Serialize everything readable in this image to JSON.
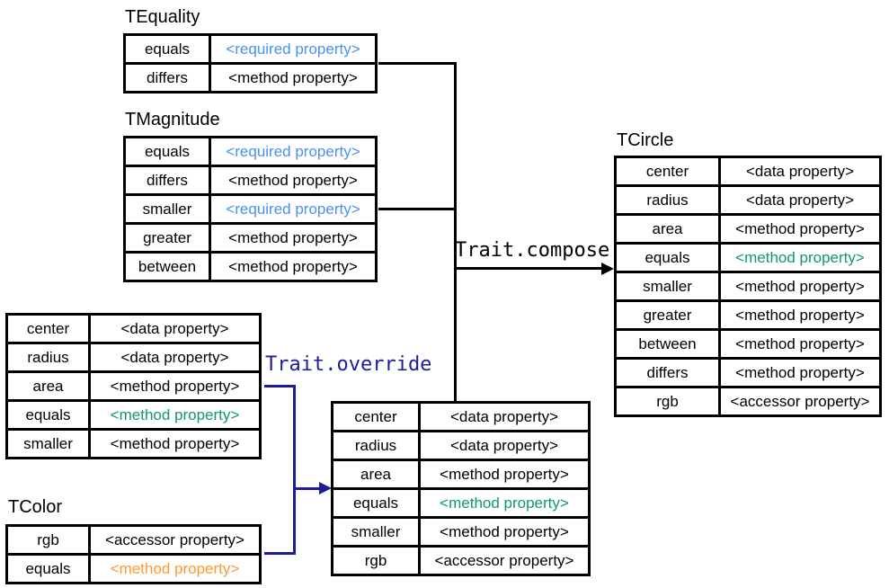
{
  "colors": {
    "required": "#4a90f2",
    "provided": "#0f9b60",
    "conflict": "#ff9a2e",
    "compose_line": "#000000",
    "override_line": "#1d1d9c"
  },
  "operations": {
    "compose_label": "Trait.compose",
    "override_label": "Trait.override"
  },
  "tables": {
    "tequality": {
      "title": "TEquality",
      "rows": [
        {
          "name": "equals",
          "kind": "<required property>",
          "color": "required"
        },
        {
          "name": "differs",
          "kind": "<method property>"
        }
      ]
    },
    "tmagnitude": {
      "title": "TMagnitude",
      "rows": [
        {
          "name": "equals",
          "kind": "<required property>",
          "color": "required"
        },
        {
          "name": "differs",
          "kind": "<method property>"
        },
        {
          "name": "smaller",
          "kind": "<required property>",
          "color": "required"
        },
        {
          "name": "greater",
          "kind": "<method property>"
        },
        {
          "name": "between",
          "kind": "<method property>"
        }
      ]
    },
    "circle_base": {
      "title": "",
      "rows": [
        {
          "name": "center",
          "kind": "<data property>"
        },
        {
          "name": "radius",
          "kind": "<data property>"
        },
        {
          "name": "area",
          "kind": "<method property>"
        },
        {
          "name": "equals",
          "kind": "<method property>",
          "color": "provided"
        },
        {
          "name": "smaller",
          "kind": "<method property>"
        }
      ]
    },
    "tcolor": {
      "title": "TColor",
      "rows": [
        {
          "name": "rgb",
          "kind": "<accessor property>"
        },
        {
          "name": "equals",
          "kind": "<method property>",
          "color": "conflict"
        }
      ]
    },
    "circle_overridden": {
      "title": "",
      "rows": [
        {
          "name": "center",
          "kind": "<data property>"
        },
        {
          "name": "radius",
          "kind": "<data property>"
        },
        {
          "name": "area",
          "kind": "<method property>"
        },
        {
          "name": "equals",
          "kind": "<method property>",
          "color": "provided"
        },
        {
          "name": "smaller",
          "kind": "<method property>"
        },
        {
          "name": "rgb",
          "kind": "<accessor property>"
        }
      ]
    },
    "tcircle": {
      "title": "TCircle",
      "rows": [
        {
          "name": "center",
          "kind": "<data property>"
        },
        {
          "name": "radius",
          "kind": "<data property>"
        },
        {
          "name": "area",
          "kind": "<method property>"
        },
        {
          "name": "equals",
          "kind": "<method property>",
          "color": "provided"
        },
        {
          "name": "smaller",
          "kind": "<method property>"
        },
        {
          "name": "greater",
          "kind": "<method property>"
        },
        {
          "name": "between",
          "kind": "<method property>"
        },
        {
          "name": "differs",
          "kind": "<method property>"
        },
        {
          "name": "rgb",
          "kind": "<accessor property>"
        }
      ]
    }
  }
}
